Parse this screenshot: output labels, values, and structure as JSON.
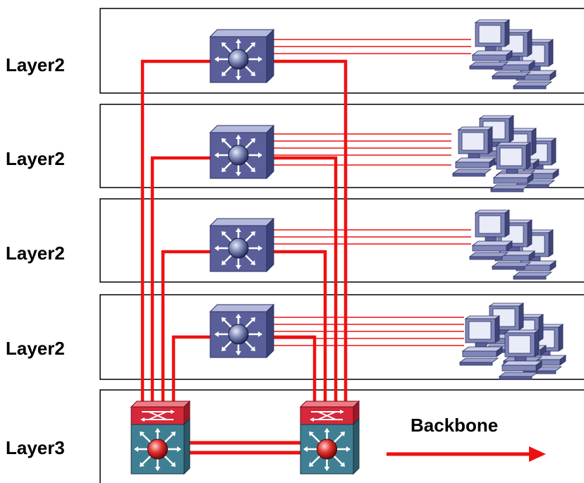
{
  "layers": [
    {
      "label": "Layer2",
      "switch_icon": "layer2-switch-icon",
      "pc_count": 3
    },
    {
      "label": "Layer2",
      "switch_icon": "layer2-switch-icon",
      "pc_count": 5
    },
    {
      "label": "Layer2",
      "switch_icon": "layer2-switch-icon",
      "pc_count": 3
    },
    {
      "label": "Layer2",
      "switch_icon": "layer2-switch-icon",
      "pc_count": 5
    },
    {
      "label": "Layer3",
      "switch_icon": "layer3-switch-icon"
    }
  ],
  "legend": {
    "label": "Backbone",
    "icon": "red-arrow-icon"
  },
  "colors": {
    "link": "#ee1111",
    "l2_switch": "#5a5f9a",
    "l3_switch_top": "#d6283a",
    "l3_switch_body": "#3f7f93",
    "pc": "#7f86b8"
  }
}
